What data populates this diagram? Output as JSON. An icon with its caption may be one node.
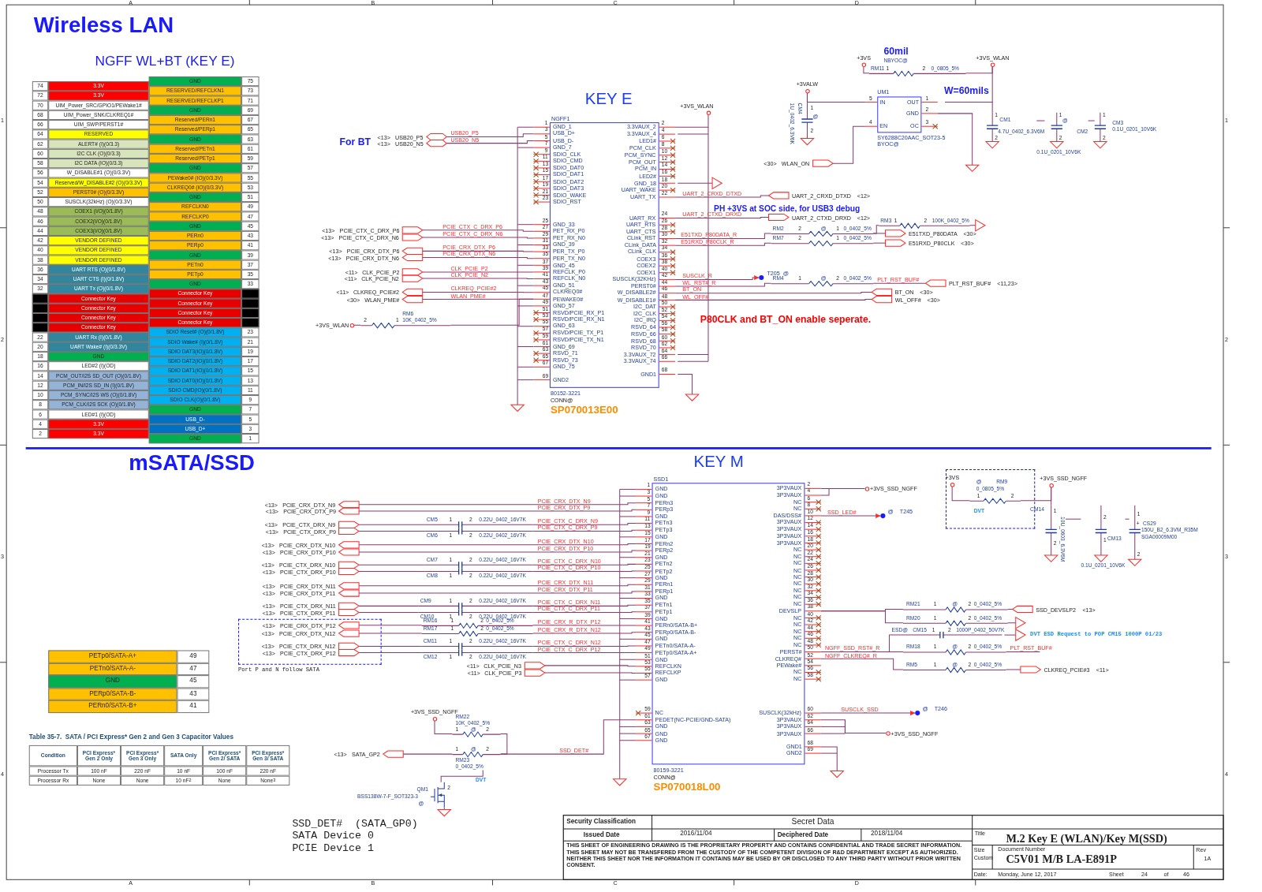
{
  "diagram": {
    "nodes": [
      {
        "text": [
          "KEY E",
          "NGFF1",
          "GND_1",
          "USB_D+",
          "USB_D-",
          "GND_7",
          "SDIO_CLK",
          "SDIO_CMD",
          "SDIO_DAT0",
          "SDIO_DAT1",
          "SDIO_DAT2",
          "SDIO_DAT3",
          "SDIO_WAKE",
          "SDIO_RST",
          "GND_33",
          "PET_RX_P0",
          "PET_RX_N0",
          "GND_39",
          "PER_TX_P0",
          "PER_TX_N0",
          "GND_45",
          "REFCLK_P0",
          "REFCLK_N0",
          "GND_51",
          "CLKREQ0#",
          "PEWAKE0#",
          "GND_57",
          "RSVD/PCIE_RX_P1",
          "RSVD/PCIE_RX_N1",
          "GND_63",
          "RSVD/PCIE_TX_P1",
          "RSVD/PCIE_TX_N1",
          "GND_69",
          "RSVD_71",
          "RSVD_73",
          "GND_75",
          "GND2",
          "3.3VAUX_2",
          "3.3VAUX_4",
          "LED1#",
          "PCM_CLK",
          "PCM_SYNC",
          "PCM_OUT",
          "PCM_IN",
          "LED2#",
          "GND_18",
          "UART_WAKE",
          "UART_TX",
          "UART_RX",
          "UART_RTS",
          "UART_CTS",
          "CLink_RST",
          "CLink_DATA",
          "CLink_CLK",
          "COEX3",
          "COEX2",
          "COEX1",
          "SUSCLK(32KHz)",
          "PERST0#",
          "W_DISABLE2#",
          "W_DISABLE1#",
          "I2C_DAT",
          "I2C_CLK",
          "I2C_IRQ",
          "RSVD_64",
          "RSVD_66",
          "RSVD_68",
          "RSVD_70",
          "3.3VAUX_72",
          "3.3VAUX_74",
          "GND1",
          "80152-3221",
          "CONN@",
          "SP070013E00",
          "1",
          "3",
          "5",
          "7",
          "9",
          "11",
          "13",
          "15",
          "17",
          "19",
          "21",
          "23",
          "25",
          "27",
          "29",
          "31",
          "33",
          "35",
          "37",
          "39",
          "41",
          "43",
          "45",
          "47",
          "49",
          "51",
          "53",
          "55",
          "57",
          "59",
          "61",
          "63",
          "65",
          "67",
          "69",
          "2",
          "4",
          "6",
          "8",
          "10",
          "12",
          "14",
          "16",
          "18",
          "20",
          "22",
          "24",
          "26",
          "28",
          "30",
          "32",
          "34",
          "36",
          "38",
          "40",
          "42",
          "44",
          "46",
          "48",
          "50",
          "52",
          "54",
          "56",
          "58",
          "60",
          "62",
          "64",
          "66",
          "68"
        ]
      },
      {
        "text": [
          "<13>",
          "USB20_P5"
        ]
      },
      {
        "text": [
          "<13>",
          "USB20_N5"
        ]
      },
      {
        "text": [
          "<13>",
          "PCIE_CTX_C_DRX_P6"
        ]
      },
      {
        "text": [
          "<13>",
          "PCIE_CTX_C_DRX_N6"
        ]
      },
      {
        "text": [
          "<13>",
          "PCIE_CRX_DTX_P6"
        ]
      },
      {
        "text": [
          "<13>",
          "PCIE_CRX_DTX_N6"
        ]
      },
      {
        "text": [
          "<11>",
          "CLK_PCIE_P2"
        ]
      },
      {
        "text": [
          "<11>",
          "CLK_PCIE_N2"
        ]
      },
      {
        "text": [
          "<11>",
          "CLKREQ_PCIE#2"
        ]
      },
      {
        "text": [
          "<30>",
          "WLAN_PME#"
        ]
      },
      {
        "text": [
          "+3VS_WLAN"
        ]
      },
      {
        "text": [
          "RM6",
          "10K_0402_5%",
          "2",
          "1"
        ]
      },
      {
        "text": [
          "+3VS_WLAN"
        ]
      },
      {
        "text": [
          "UART_2_CRXD_DTXD",
          "<12>"
        ]
      },
      {
        "text": [
          "UART_2_CTXD_DRXD",
          "<12>"
        ]
      },
      {
        "text": [
          "RM2",
          "@",
          "0_0402_5%",
          "2",
          "1"
        ]
      },
      {
        "text": [
          "RM7",
          "0_0402_5%",
          "2",
          "1"
        ]
      },
      {
        "text": [
          "RM3",
          "100K_0402_5%",
          "1",
          "2"
        ]
      },
      {
        "text": [],
        "shape": "triangle"
      },
      {
        "text": [
          "E51TXD_P80DATA",
          "<30>"
        ]
      },
      {
        "text": [
          "E51RXD_P80CLK",
          "<30>"
        ]
      },
      {
        "text": [
          "T205",
          "@"
        ]
      },
      {
        "text": [
          "RM4",
          "@",
          "0_0402_5%",
          "1",
          "2"
        ]
      },
      {
        "text": [
          "PLT_RST_BUF#",
          "<11,23>"
        ]
      },
      {
        "text": [
          "BT_ON",
          "<30>"
        ]
      },
      {
        "text": [
          "WL_OFF#",
          "<30>"
        ]
      },
      {
        "text": [
          "+3VS"
        ]
      },
      {
        "text": [
          "NBYOC@",
          "RM11",
          "0_0805_5%",
          "1",
          "2"
        ]
      },
      {
        "text": [
          "+3VS_WLAN"
        ]
      },
      {
        "text": [
          "+3VALW"
        ]
      },
      {
        "text": [
          "CM4",
          "1U_0402_6.3V6K",
          "@",
          "1",
          "2"
        ]
      },
      {
        "text": [
          "UM1",
          "IN",
          "OUT",
          "GND",
          "EN",
          "OC",
          "SY6288C20AAC_SOT23-5",
          "BYOC@",
          "5",
          "1",
          "2",
          "4",
          "3"
        ]
      },
      {
        "text": [
          "<30>",
          "WLAN_ON"
        ]
      },
      {
        "text": [
          "CM1",
          "4.7U_0402_6.3V6M",
          "1",
          "2"
        ]
      },
      {
        "text": [
          "@",
          "CM2",
          "0.1U_0201_10V6K",
          "1",
          "2"
        ]
      },
      {
        "text": [
          "CM3",
          "0.1U_0201_10V6K",
          "1",
          "2"
        ]
      },
      {
        "text": [
          "KEY M",
          "SSD1",
          "GND",
          "GND",
          "PERn3",
          "PERp3",
          "GND",
          "PETn3",
          "PETp3",
          "GND",
          "PERn2",
          "PERp2",
          "GND",
          "PETn2",
          "PETp2",
          "GND",
          "PERn1",
          "PERp1",
          "GND",
          "PETn1",
          "PETp1",
          "GND",
          "PERn0/SATA-B+",
          "PERp0/SATA-B-",
          "GND",
          "PETn0/SATA-A-",
          "PETp0/SATA-A+",
          "GND",
          "REFCLKN",
          "REFCLKP",
          "GND",
          "NC",
          "PEDET(NC-PCIE/GND-SATA)",
          "GND",
          "GND",
          "GND",
          "3P3VAUX",
          "3P3VAUX",
          "NC",
          "NC",
          "DAS/DSS#",
          "3P3VAUX",
          "3P3VAUX",
          "3P3VAUX",
          "3P3VAUX",
          "NC",
          "NC",
          "NC",
          "NC",
          "NC",
          "NC",
          "NC",
          "NC",
          "NC",
          "DEVSLP",
          "NC",
          "NC",
          "NC",
          "NC",
          "NC",
          "PERST#",
          "CLKREQ#",
          "PEWake#",
          "NC",
          "NC",
          "SUSCLK(32kHz)",
          "3P3VAUX",
          "3P3VAUX",
          "3P3VAUX",
          "GND1",
          "GND2",
          "80159-3221",
          "CONN@",
          "SP070018L00",
          "1",
          "3",
          "5",
          "7",
          "9",
          "11",
          "13",
          "15",
          "17",
          "19",
          "21",
          "23",
          "25",
          "27",
          "29",
          "31",
          "33",
          "35",
          "37",
          "39",
          "41",
          "43",
          "45",
          "47",
          "49",
          "51",
          "53",
          "55",
          "57",
          "59",
          "61",
          "63",
          "65",
          "67",
          "2",
          "4",
          "6",
          "8",
          "10",
          "12",
          "14",
          "16",
          "18",
          "20",
          "22",
          "24",
          "26",
          "28",
          "30",
          "32",
          "34",
          "36",
          "38",
          "40",
          "42",
          "44",
          "46",
          "48",
          "50",
          "52",
          "54",
          "56",
          "58",
          "60",
          "62",
          "64",
          "66",
          "68",
          "69"
        ]
      },
      {
        "text": [
          "<13>",
          "PCIE_CRX_DTX_N9"
        ]
      },
      {
        "text": [
          "<13>",
          "PCIE_CRX_DTX_P9"
        ]
      },
      {
        "text": [
          "<13>",
          "PCIE_CTX_DRX_N9"
        ]
      },
      {
        "text": [
          "<13>",
          "PCIE_CTX_DRX_P9"
        ]
      },
      {
        "text": [
          "<13>",
          "PCIE_CRX_DTX_N10"
        ]
      },
      {
        "text": [
          "<13>",
          "PCIE_CRX_DTX_P10"
        ]
      },
      {
        "text": [
          "<13>",
          "PCIE_CTX_DRX_N10"
        ]
      },
      {
        "text": [
          "<13>",
          "PCIE_CTX_DRX_P10"
        ]
      },
      {
        "text": [
          "<13>",
          "PCIE_CRX_DTX_N11"
        ]
      },
      {
        "text": [
          "<13>",
          "PCIE_CRX_DTX_P11"
        ]
      },
      {
        "text": [
          "<13>",
          "PCIE_CTX_DRX_N11"
        ]
      },
      {
        "text": [
          "<13>",
          "PCIE_CTX_DRX_P11"
        ]
      },
      {
        "text": [
          "Port P and N follow SATA"
        ]
      },
      {
        "text": [
          "<13>",
          "PCIE_CRX_DTX_P12"
        ],
        "in": 50
      },
      {
        "text": [
          "<13>",
          "PCIE_CRX_DTX_N12"
        ],
        "in": 50
      },
      {
        "text": [
          "<13>",
          "PCIE_CTX_DRX_N12"
        ],
        "in": 50
      },
      {
        "text": [
          "<13>",
          "PCIE_CTX_DRX_P12"
        ],
        "in": 50
      },
      {
        "text": [
          "<11>",
          "CLK_PCIE_N3"
        ]
      },
      {
        "text": [
          "<11>",
          "CLK_PCIE_P3"
        ]
      },
      {
        "text": [
          "CM5",
          "0.22U_0402_16V7K",
          "1",
          "2"
        ]
      },
      {
        "text": [
          "CM6",
          "0.22U_0402_16V7K",
          "1",
          "2"
        ]
      },
      {
        "text": [
          "CM7",
          "0.22U_0402_16V7K",
          "1",
          "2"
        ]
      },
      {
        "text": [
          "CM8",
          "0.22U_0402_16V7K",
          "1",
          "2"
        ]
      },
      {
        "text": [
          "CM9",
          "0.22U_0402_16V7K",
          "1",
          "2"
        ]
      },
      {
        "text": [
          "CM10",
          "0.22U_0402_16V7K",
          "1",
          "2"
        ]
      },
      {
        "text": [
          "RM16",
          "0_0402_5%",
          "1",
          "2"
        ]
      },
      {
        "text": [
          "RM17",
          "0_0402_5%",
          "1",
          "2"
        ]
      },
      {
        "text": [
          "CM11",
          "0.22U_0402_16V7K",
          "1",
          "2"
        ]
      },
      {
        "text": [
          "CM12",
          "0.22U_0402_16V7K",
          "1",
          "2"
        ]
      },
      {
        "text": [
          "+3VS_SSD_NGFF"
        ]
      },
      {
        "text": [
          "@",
          "T245"
        ]
      },
      {
        "text": [
          "DVT"
        ]
      },
      {
        "text": [
          "+3VS"
        ],
        "in": 69
      },
      {
        "text": [
          "@",
          "RM9",
          "0_0805_5%",
          "1",
          "2"
        ],
        "in": 69
      },
      {
        "text": [
          "+3VS_SSD_NGFF"
        ]
      },
      {
        "text": [
          "CM14",
          "10U_0603_6.3V6M",
          "1",
          "2"
        ]
      },
      {
        "text": [
          "CM13",
          "0.1U_0201_10V6K",
          "2",
          "1"
        ]
      },
      {
        "text": [
          "CS29",
          "150U_B2_6.3VM_R35M",
          "SGA00009M00",
          "+",
          "1",
          "2"
        ]
      },
      {
        "text": [
          "RM21",
          "@",
          "0_0402_5%",
          "1",
          "2"
        ]
      },
      {
        "text": [
          "SSD_DEVSLP2",
          "<13>"
        ]
      },
      {
        "text": [
          "RM20",
          "0_0402_5%",
          "1",
          "2"
        ]
      },
      {
        "text": [],
        "shape": "triangle"
      },
      {
        "text": [
          "ESD@",
          "CM15",
          "1000P_0402_50V7K",
          "1",
          "2"
        ]
      },
      {
        "text": [],
        "shape": "triangle"
      },
      {
        "text": [
          "RM18",
          "@",
          "0_0402_5%",
          "1",
          "2"
        ]
      },
      {
        "text": [
          "RM5",
          "@",
          "0_0402_5%",
          "1",
          "2"
        ]
      },
      {
        "text": [
          "CLKREQ_PCIE#3",
          "<11>"
        ]
      },
      {
        "text": [
          "@",
          "T246"
        ]
      },
      {
        "text": [
          "+3VS_SSD_NGFF"
        ]
      },
      {
        "text": [
          "+3VS_SSD_NGFF"
        ]
      },
      {
        "text": [
          "RM22",
          "10K_0402_5%",
          "@",
          "1",
          "2"
        ]
      },
      {
        "text": [
          "<13>",
          "SATA_GP2"
        ]
      },
      {
        "text": [
          "@",
          "RM23",
          "0_0402_5%",
          "1",
          "2"
        ]
      },
      {
        "text": [
          "QM1",
          "BSS138W-7-F_SOT323-3",
          "@",
          "2"
        ]
      }
    ],
    "edges": [
      {
        "from": 1,
        "to": 0,
        "arrow": "none",
        "label": "USB20_P5"
      },
      {
        "from": 2,
        "to": 0,
        "arrow": "none",
        "label": "USB20_N5"
      },
      {
        "from": 3,
        "to": 0,
        "arrow": "none",
        "label": "PCIE_CTX_C_DRX_P6"
      },
      {
        "from": 4,
        "to": 0,
        "arrow": "none",
        "label": "PCIE_CTX_C_DRX_N6"
      },
      {
        "from": 5,
        "to": 0,
        "arrow": "none",
        "label": "PCIE_CRX_DTX_P6"
      },
      {
        "from": 6,
        "to": 0,
        "arrow": "none",
        "label": "PCIE_CRX_DTX_N6"
      },
      {
        "from": 7,
        "to": 0,
        "arrow": "none",
        "label": "CLK_PCIE_P2"
      },
      {
        "from": 8,
        "to": 0,
        "arrow": "none",
        "label": "CLK_PCIE_N2"
      },
      {
        "from": 9,
        "to": 0,
        "arrow": "none",
        "label": "CLKREQ_PCIE#2"
      },
      {
        "from": 10,
        "to": 0,
        "arrow": "none",
        "label": "WLAN_PME#"
      },
      {
        "from": 11,
        "to": 12,
        "arrow": "none"
      },
      {
        "from": 12,
        "to": 0,
        "arrow": "none"
      },
      {
        "from": 13,
        "to": 0,
        "arrow": "none"
      },
      {
        "from": 0,
        "to": 14,
        "arrow": "none",
        "label": "UART_2_CRXD_DTXD"
      },
      {
        "from": 0,
        "to": 15,
        "arrow": "none",
        "label": "UART_2_CTXD_DRXD"
      },
      {
        "from": 0,
        "to": 16,
        "arrow": "none",
        "label": "E51TXD_P80DATA_R"
      },
      {
        "from": 0,
        "to": 17,
        "arrow": "none",
        "label": "E51RXD_P80CLK_R"
      },
      {
        "from": 16,
        "to": 20,
        "arrow": "none"
      },
      {
        "from": 17,
        "to": 21,
        "arrow": "none"
      },
      {
        "from": 16,
        "to": 18,
        "arrow": "none"
      },
      {
        "from": 18,
        "to": 19,
        "arrow": "none"
      },
      {
        "from": 0,
        "to": 22,
        "arrow": "to",
        "label": "SUSCLK_R"
      },
      {
        "from": 0,
        "to": 23,
        "arrow": "none",
        "label": "WL_RST#_R"
      },
      {
        "from": 23,
        "to": 24,
        "arrow": "none",
        "label": "PLT_RST_BUF#"
      },
      {
        "from": 0,
        "to": 25,
        "arrow": "none",
        "label": "BT_ON"
      },
      {
        "from": 0,
        "to": 26,
        "arrow": "none",
        "label": "WL_OFF#"
      },
      {
        "from": 27,
        "to": 28,
        "arrow": "none"
      },
      {
        "from": 28,
        "to": 29,
        "arrow": "none"
      },
      {
        "from": 30,
        "to": 32,
        "arrow": "none"
      },
      {
        "from": 30,
        "to": 31,
        "arrow": "none"
      },
      {
        "from": 33,
        "to": 32,
        "arrow": "none"
      },
      {
        "from": 32,
        "to": 29,
        "arrow": "none"
      },
      {
        "from": 32,
        "to": 34,
        "arrow": "none"
      },
      {
        "from": 34,
        "to": 35,
        "arrow": "none"
      },
      {
        "from": 35,
        "to": 36,
        "arrow": "none"
      },
      {
        "from": 38,
        "to": 37,
        "arrow": "none",
        "label": "PCIE_CRX_DTX_N9"
      },
      {
        "from": 39,
        "to": 37,
        "arrow": "none",
        "label": "PCIE_CRX_DTX_P9"
      },
      {
        "from": 40,
        "to": 57,
        "arrow": "none"
      },
      {
        "from": 57,
        "to": 37,
        "arrow": "none",
        "label": "PCIE_CTX_C_DRX_N9"
      },
      {
        "from": 41,
        "to": 58,
        "arrow": "none"
      },
      {
        "from": 58,
        "to": 37,
        "arrow": "none",
        "label": "PCIE_CTX_C_DRX_P9"
      },
      {
        "from": 42,
        "to": 37,
        "arrow": "none",
        "label": "PCIE_CRX_DTX_N10"
      },
      {
        "from": 43,
        "to": 37,
        "arrow": "none",
        "label": "PCIE_CRX_DTX_P10"
      },
      {
        "from": 44,
        "to": 59,
        "arrow": "none"
      },
      {
        "from": 59,
        "to": 37,
        "arrow": "none",
        "label": "PCIE_CTX_C_DRX_N10"
      },
      {
        "from": 45,
        "to": 60,
        "arrow": "none"
      },
      {
        "from": 60,
        "to": 37,
        "arrow": "none",
        "label": "PCIE_CTX_C_DRX_P10"
      },
      {
        "from": 46,
        "to": 37,
        "arrow": "none",
        "label": "PCIE_CRX_DTX_N11"
      },
      {
        "from": 47,
        "to": 37,
        "arrow": "none",
        "label": "PCIE_CRX_DTX_P11"
      },
      {
        "from": 48,
        "to": 61,
        "arrow": "none"
      },
      {
        "from": 61,
        "to": 37,
        "arrow": "none",
        "label": "PCIE_CTX_C_DRX_N11"
      },
      {
        "from": 49,
        "to": 62,
        "arrow": "none"
      },
      {
        "from": 62,
        "to": 37,
        "arrow": "none",
        "label": "PCIE_CTX_C_DRX_P11"
      },
      {
        "from": 51,
        "to": 63,
        "arrow": "none"
      },
      {
        "from": 63,
        "to": 37,
        "arrow": "none",
        "label": "PCIE_CRX_R_DTX_P12"
      },
      {
        "from": 52,
        "to": 64,
        "arrow": "none"
      },
      {
        "from": 64,
        "to": 37,
        "arrow": "none",
        "label": "PCIE_CRX_R_DTX_N12"
      },
      {
        "from": 53,
        "to": 65,
        "arrow": "none"
      },
      {
        "from": 65,
        "to": 37,
        "arrow": "none",
        "label": "PCIE_CTX_C_DRX_N12"
      },
      {
        "from": 54,
        "to": 66,
        "arrow": "none"
      },
      {
        "from": 66,
        "to": 37,
        "arrow": "none",
        "label": "PCIE_CTX_C_DRX_P12"
      },
      {
        "from": 55,
        "to": 37,
        "arrow": "none"
      },
      {
        "from": 56,
        "to": 37,
        "arrow": "none"
      },
      {
        "from": 37,
        "to": 67,
        "arrow": "none"
      },
      {
        "from": 37,
        "to": 68,
        "arrow": "to",
        "label": "SSD_LED#"
      },
      {
        "from": 70,
        "to": 71,
        "arrow": "none"
      },
      {
        "from": 71,
        "to": 72,
        "arrow": "none"
      },
      {
        "from": 72,
        "to": 73,
        "arrow": "none"
      },
      {
        "from": 73,
        "to": 74,
        "arrow": "none"
      },
      {
        "from": 74,
        "to": 75,
        "arrow": "none"
      },
      {
        "from": 37,
        "to": 76,
        "arrow": "none"
      },
      {
        "from": 76,
        "to": 77,
        "arrow": "none"
      },
      {
        "from": 37,
        "to": 78,
        "arrow": "none"
      },
      {
        "from": 78,
        "to": 79,
        "arrow": "none"
      },
      {
        "from": 37,
        "to": 80,
        "arrow": "none"
      },
      {
        "from": 80,
        "to": 81,
        "arrow": "none"
      },
      {
        "from": 37,
        "to": 82,
        "arrow": "none",
        "label": "NGFF_SSD_RST#_R"
      },
      {
        "from": 82,
        "to": null,
        "arrow": "none",
        "label": "PLT_RST_BUF#"
      },
      {
        "from": 37,
        "to": 83,
        "arrow": "none",
        "label": "NGFF_CLKREQ#_R"
      },
      {
        "from": 83,
        "to": 84,
        "arrow": "none"
      },
      {
        "from": 37,
        "to": 85,
        "arrow": "to",
        "label": "SUSCLK_SSD"
      },
      {
        "from": 37,
        "to": 86,
        "arrow": "none"
      },
      {
        "from": 87,
        "to": 88,
        "arrow": "none"
      },
      {
        "from": 89,
        "to": 90,
        "arrow": "none"
      },
      {
        "from": 90,
        "to": 37,
        "arrow": "none",
        "label": "SSD_DET#"
      },
      {
        "from": 88,
        "to": 90,
        "arrow": "none"
      },
      {
        "from": 91,
        "to": 90,
        "arrow": "none"
      }
    ],
    "labels": [
      "Wireless LAN",
      "NGFF WL+BT (KEY E)",
      "74",
      "3.3V",
      "GND",
      "75",
      "72",
      "3.3V",
      "RESERVED/REFCLKN1",
      "73",
      "70",
      "UIM_Power_SRC/GPIO1/PEWake1#",
      "RESERVED/REFCLKP1",
      "71",
      "68",
      "UIM_Power_SNK/CLKREQ1#",
      "GND",
      "69",
      "66",
      "UIM_SWP/PERST1#",
      "Reserved/PERn1",
      "67",
      "64",
      "RESERVED",
      "Reserved/PERp1",
      "65",
      "62",
      "ALERT# (I)(0/3.3)",
      "GND",
      "63",
      "60",
      "I2C CLK (O)(0/3.3)",
      "Reserved/PETn1",
      "61",
      "58",
      "I2C DATA (IO)(0/3.3)",
      "Reserved/PETp1",
      "59",
      "56",
      "W_DISABLE#1 (O)(0/3.3V)",
      "GND",
      "57",
      "54",
      "Reserved/W_DISABLE#2 (O)(0/3.3V)",
      "PEWake0# (IO)(0/3.3V)",
      "55",
      "52",
      "PERST0# (O)(0/3.3V)",
      "CLKREQ0# (IO)(0/3.3V)",
      "53",
      "50",
      "SUSCLK(32kHz) (O)(0/3.3V)",
      "GND",
      "51",
      "48",
      "COEX1 (I/O)(0/1.8V)",
      "REFCLKN0",
      "49",
      "46",
      "COEX2(I/O)(0/1.8V)",
      "REFCLKP0",
      "47",
      "44",
      "COEX3(I/O)(0/1.8V)",
      "GND",
      "45",
      "42",
      "VENDOR DEFINED",
      "PERn0",
      "43",
      "40",
      "VENDOR DEFINED",
      "PERp0",
      "41",
      "38",
      "VENDOR DEFINED",
      "GND",
      "39",
      "36",
      "UART RTS (O)(0/1.8V)",
      "PETn0",
      "37",
      "34",
      "UART CTS (I)(0/1.8V)",
      "PETp0",
      "35",
      "32",
      "UART Tx (O)(0/1.8V)",
      "GND",
      "33",
      "Connector Key",
      "Connector Key",
      "Connector Key",
      "Connector Key",
      "Connector Key",
      "Connector Key",
      "Connector Key",
      "Connector Key",
      "22",
      "UART Rx (I)(0/1.8V)",
      "SDIO Reset# (O)(0/1.8V)",
      "23",
      "20",
      "UART Wake# (I)(0/3.3V)",
      "SDIO Wake# (I)(0/1.8V)",
      "21",
      "18",
      "GND",
      "SDIO DAT3(IO)(0/1.8V)",
      "19",
      "16",
      "LED#2 (I)(OD)",
      "SDIO DAT2(IO)(0/1.8V)",
      "17",
      "14",
      "PCM_OUT/I2S SD_OUT (O)(0/1.8V)",
      "SDIO DAT1(IO)(0/1.8V)",
      "15",
      "12",
      "PCM_IN/I2S SD_IN (I)(0/1.8V)",
      "SDIO DAT0(IO)(0/1.8V)",
      "13",
      "10",
      "PCM_SYNC/I2S WS (O)(0/1.8V)",
      "SDIO CMD(IO)(0/1.8V)",
      "11",
      "8",
      "PCM_CLK/I2S SCK (O)(0/1.8V)",
      "SDIO CLK(O)(0/1.8V)",
      "9",
      "6",
      "LED#1 (I)(OD)",
      "GND",
      "7",
      "4",
      "3.3V",
      "USB_D-",
      "5",
      "2",
      "3.3V",
      "USB_D+",
      "3",
      "GND",
      "1",
      "For BT",
      "60mil",
      "W=60mils",
      "PH +3VS at SOC side, for USB3 debug",
      "P80CLK and BT_ON enable seperate.",
      "mSATA/SSD",
      "PETp0/SATA-A+",
      "49",
      "PETn0/SATA-A-",
      "47",
      "GND",
      "45",
      "PERp0/SATA-B-",
      "43",
      "PERn0/SATA-B+",
      "41",
      "Table 35-7.  SATA / PCI Express* Gen 2 and Gen 3 Capacitor Values",
      "Condition",
      "PCI Express* Gen 2 Only",
      "PCI Express* Gen 3 Only",
      "SATA Only",
      "PCI Express* Gen 2/ SATA",
      "PCI Express* Gen 3/ SATA",
      "Processor Tx",
      "100 nF",
      "220 nF",
      "10 nF",
      "100 nF",
      "220 nF",
      "Processor Rx",
      "None",
      "None",
      "10 nF$^{2}$",
      "None",
      "None$^{3}$",
      "DVT ESD Request to POP CM15 1000P 01/23",
      "DVT",
      "SSD_DET#  (SATA_GP0)",
      "SATA Device 0",
      "PCIE Device 1",
      "Security Classification",
      "Secret Data",
      "Issued Date",
      "2016/11/04",
      "Deciphered Date",
      "2018/11/04",
      "THIS SHEET OF ENGINEERING DRAWING IS THE PROPRIETARY PROPERTY AND CONTAINS CONFIDENTIAL AND TRADE SECRET INFORMATION. THIS SHEET MAY NOT BE TRANSFERED FROM THE CUSTODY OF THE COMPETENT DIVISION OF R&D DEPARTMENT EXCEPT AS AUTHORIZED. NEITHER THIS SHEET NOR THE INFORMATION IT CONTAINS MAY BE USED BY OR DISCLOSED TO ANY THIRD PARTY WITHOUT PRIOR WRITTEN CONSENT.",
      "Title",
      "M.2 Key E (WLAN)/Key M(SSD)",
      "Size",
      "Custom",
      "Document Number",
      "C5V01 M/B LA-E891P",
      "Rev",
      "1A",
      "Date:",
      "Monday, June 12, 2017",
      "Sheet",
      "24",
      "of",
      "46",
      "A",
      "B",
      "C",
      "D",
      "A",
      "B",
      "C",
      "D",
      "1",
      "2",
      "3",
      "4",
      "1",
      "2",
      "3",
      "4"
    ]
  }
}
